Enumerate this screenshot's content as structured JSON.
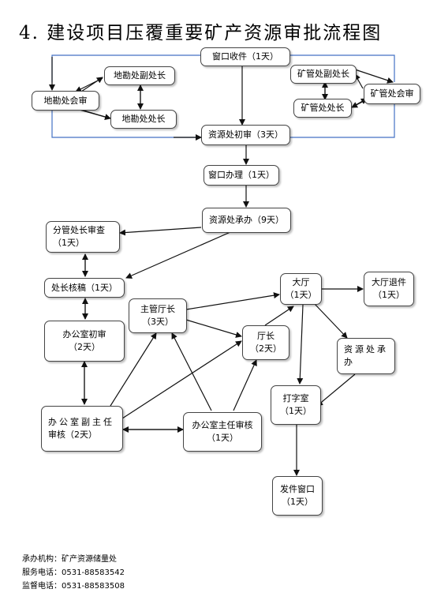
{
  "title": "4. 建设项目压覆重要矿产资源审批流程图",
  "nodes": {
    "window_receive": "窗口收件（1天）",
    "geo_survey_deputy": "地勘处副处长",
    "geo_survey_meeting": "地勘处会审",
    "geo_survey_director": "地勘处处长",
    "mine_mgmt_deputy": "矿管处副处长",
    "mine_mgmt_meeting": "矿管处会审",
    "mine_mgmt_director": "矿管处处长",
    "resource_initial_review": "资源处初审（3天）",
    "window_processing": "窗口办理（1天）",
    "resource_handling": "资源处承办（9天）",
    "division_review_1": "分管处长审查",
    "division_review_2": "（1天）",
    "director_draft": "处长核稿（1天）",
    "office_initial_1": "办公室初审",
    "office_initial_2": "（2天）",
    "office_deputy_1": "办公室副主任",
    "office_deputy_2": "审核（2天）",
    "office_head_1": "办公室主任审核",
    "office_head_2": "（1天）",
    "supervising_dg_1": "主管厅长",
    "supervising_dg_2": "（3天）",
    "dg_1": "厅长",
    "dg_2": "（2天）",
    "hall_1": "大厅",
    "hall_2": "（1天）",
    "hall_return_1": "大厅退件",
    "hall_return_2": "（1天）",
    "resource_handling2_1": "资源处承",
    "resource_handling2_2": "办",
    "typing_room_1": "打字室",
    "typing_room_2": "（1天）",
    "dispatch_window_1": "发件窗口",
    "dispatch_window_2": "（1天）"
  },
  "footer": {
    "organizer": "承办机构：矿产资源储量处",
    "service_phone": "服务电话：0531-88583542",
    "supervision_phone": "监督电话：0531-88583508"
  },
  "colors": {
    "frame_line": "#4472c4",
    "box_border": "#444444"
  }
}
